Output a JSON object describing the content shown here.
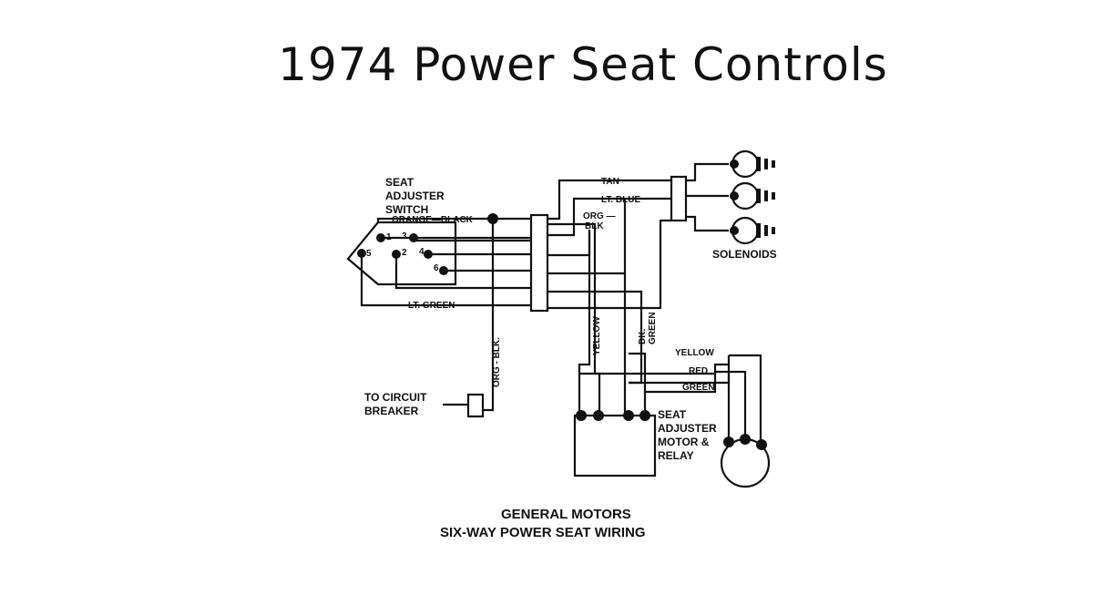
{
  "title": "1974 Power Seat Controls",
  "switch": {
    "label_line1": "SEAT",
    "label_line2": "ADJUSTER",
    "label_line3": "SWITCH",
    "terminals": [
      "1",
      "2",
      "3",
      "4",
      "5",
      "6"
    ]
  },
  "wires": {
    "orange_black": "ORANGE—BLACK",
    "tan": "TAN",
    "lt_blue": "LT. BLUE",
    "org_blk_top_1": "ORG —",
    "org_blk_top_2": "BLK",
    "lt_green": "LT. GREEN",
    "org_blk_vertical": "ORG - BLK.",
    "yellow_vertical": "YELLOW",
    "dk_green_1": "DK.",
    "dk_green_2": "GREEN",
    "yellow_h": "YELLOW",
    "red_h": "RED",
    "green_h": "GREEN"
  },
  "solenoids_label": "SOLENOIDS",
  "breaker": {
    "line1": "TO CIRCUIT",
    "line2": "BREAKER"
  },
  "motor": {
    "line1": "SEAT",
    "line2": "ADJUSTER",
    "line3": "MOTOR &",
    "line4": "RELAY"
  },
  "caption": {
    "line1": "GENERAL MOTORS",
    "line2": "SIX-WAY POWER SEAT WIRING"
  }
}
